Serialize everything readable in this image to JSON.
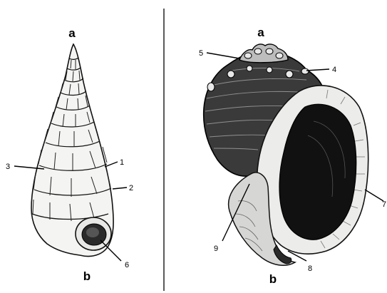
{
  "left_shell": {
    "apex_label": "a",
    "base_label": "b",
    "callouts": {
      "c1": "1",
      "c2": "2",
      "c3": "3",
      "c6": "6"
    }
  },
  "right_shell": {
    "apex_label": "a",
    "base_label": "b",
    "callouts": {
      "c4": "4",
      "c5": "5",
      "c7": "7",
      "c8": "8",
      "c9": "9"
    }
  }
}
